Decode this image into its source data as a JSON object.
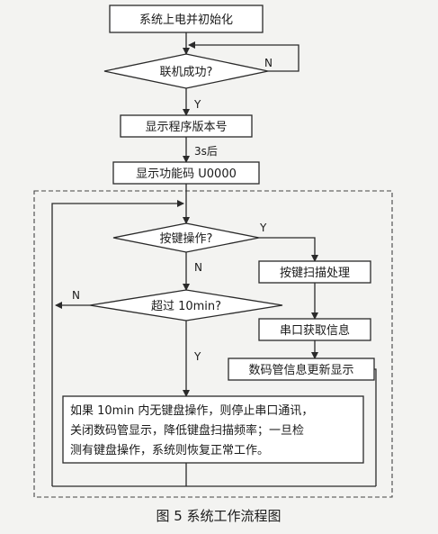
{
  "flowchart": {
    "start": "系统上电并初始化",
    "decision_connect": "联机成功?",
    "label_no_1": "N",
    "label_yes_1": "Y",
    "show_version": "显示程序版本号",
    "delay_label": "3s后",
    "show_function": "显示功能码 U0000",
    "decision_key": "按键操作?",
    "label_yes_key": "Y",
    "label_no_key": "N",
    "decision_timeout": "超过 10min?",
    "label_no_timeout": "N",
    "label_yes_timeout": "Y",
    "key_scan": "按键扫描处理",
    "serial_get": "串口获取信息",
    "display_update": "数码管信息更新显示",
    "note_lines": [
      "如果 10min 内无键盘操作，则停止串口通讯，",
      "关闭数码管显示，降低键盘扫描频率；一旦检",
      "测有键盘操作，系统则恢复正常工作。"
    ]
  },
  "caption": "图 5   系统工作流程图"
}
